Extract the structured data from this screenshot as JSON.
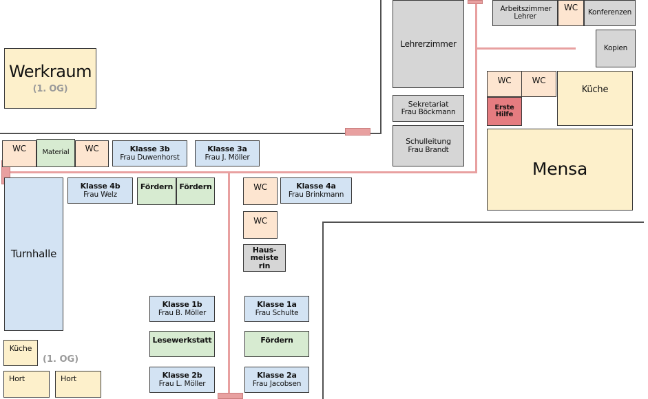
{
  "rooms": {
    "werkraum": {
      "name": "Werkraum",
      "note": "(1. OG)"
    },
    "lehrerzimmer": {
      "name": "Lehrerzimmer"
    },
    "arbeitszimmer": {
      "name": "Arbeitszimmer Lehrer"
    },
    "wc_top": {
      "name": "WC"
    },
    "konferenzen": {
      "name": "Konferenzen"
    },
    "kopien": {
      "name": "Kopien"
    },
    "wc_k1": {
      "name": "WC"
    },
    "wc_k2": {
      "name": "WC"
    },
    "kueche_right": {
      "name": "Küche"
    },
    "erste_hilfe": {
      "name": "Erste Hilfe"
    },
    "mensa": {
      "name": "Mensa"
    },
    "sekretariat": {
      "name": "Sekretariat",
      "teacher": "Frau Böckmann"
    },
    "schulleitung": {
      "name": "Schulleitung",
      "teacher": "Frau Brandt"
    },
    "wc_l1": {
      "name": "WC"
    },
    "material": {
      "name": "Material"
    },
    "wc_l2": {
      "name": "WC"
    },
    "klasse_3b": {
      "name": "Klasse 3b",
      "teacher": "Frau Duwenhorst"
    },
    "klasse_3a": {
      "name": "Klasse 3a",
      "teacher": "Frau J. Möller"
    },
    "klasse_4b": {
      "name": "Klasse 4b",
      "teacher": "Frau Welz"
    },
    "foerdern_1": {
      "name": "Fördern"
    },
    "foerdern_2": {
      "name": "Fördern"
    },
    "wc_m1": {
      "name": "WC"
    },
    "klasse_4a": {
      "name": "Klasse 4a",
      "teacher": "Frau Brinkmann"
    },
    "wc_m2": {
      "name": "WC"
    },
    "hausmeisterin": {
      "name": "Haus-meisterin"
    },
    "turnhalle": {
      "name": "Turnhalle"
    },
    "klasse_1b": {
      "name": "Klasse 1b",
      "teacher": "Frau B. Möller"
    },
    "klasse_1a": {
      "name": "Klasse 1a",
      "teacher": "Frau Schulte"
    },
    "lesewerkstatt": {
      "name": "Lesewerkstatt"
    },
    "foerdern_3": {
      "name": "Fördern"
    },
    "klasse_2b": {
      "name": "Klasse 2b",
      "teacher": "Frau L. Möller"
    },
    "klasse_2a": {
      "name": "Klasse 2a",
      "teacher": "Frau Jacobsen"
    },
    "kueche_left": {
      "name": "Küche",
      "note": "(1. OG)"
    },
    "hort_1": {
      "name": "Hort"
    },
    "hort_2": {
      "name": "Hort"
    }
  },
  "colors": {
    "classroom": "#d3e3f3",
    "wc": "#fde5d0",
    "support": "#d7ebd1",
    "admin": "#d6d6d6",
    "large_rooms": "#fdf0cb",
    "first_aid": "#e57c80",
    "path": "#e8a0a0",
    "wall": "#505050"
  }
}
